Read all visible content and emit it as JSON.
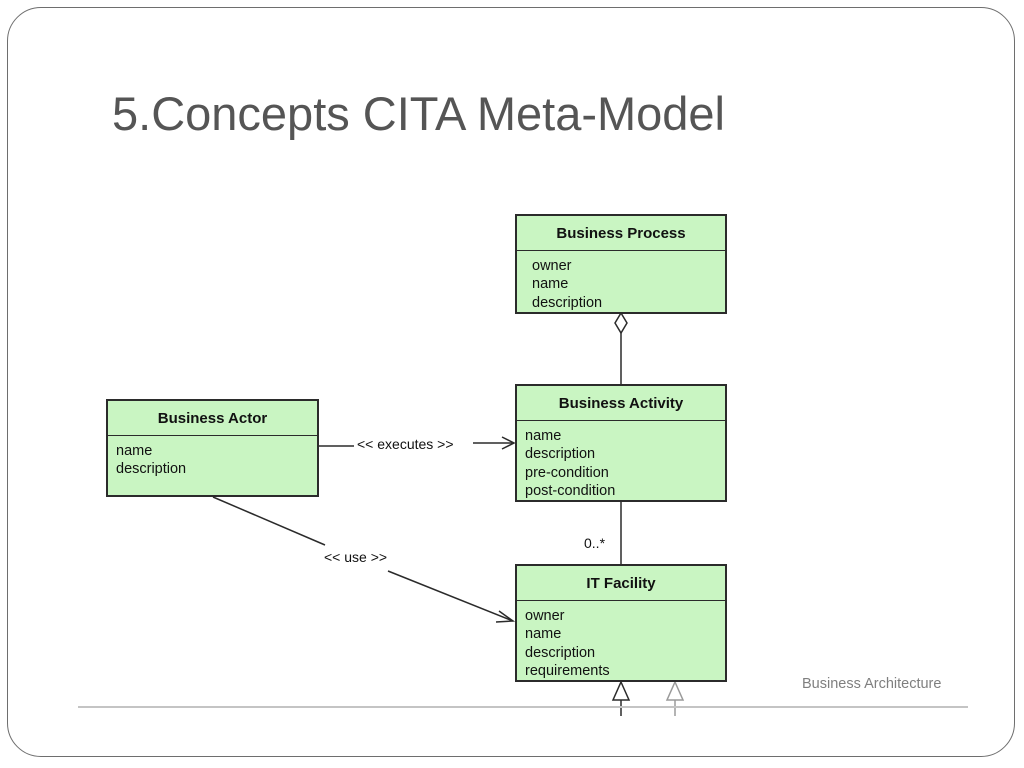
{
  "slide": {
    "title": "5.Concepts CITA Meta-Model",
    "footer": "Business Architecture"
  },
  "diagram": {
    "classes": {
      "business_process": {
        "name": "Business Process",
        "attributes": [
          "owner",
          "name",
          "description"
        ]
      },
      "business_activity": {
        "name": "Business Activity",
        "attributes": [
          "name",
          "description",
          "pre-condition",
          "post-condition"
        ]
      },
      "business_actor": {
        "name": "Business Actor",
        "attributes": [
          "name",
          "description"
        ]
      },
      "it_facility": {
        "name": "IT Facility",
        "attributes": [
          "owner",
          "name",
          "description",
          "requirements"
        ]
      }
    },
    "relations": {
      "executes_label": "<< executes >>",
      "use_label": "<< use >>",
      "multiplicity": "0..*"
    },
    "colors": {
      "class_fill": "#c9f5c2",
      "class_border": "#2b2b2b",
      "title_text": "#555555",
      "footer_text": "#7f7f7f"
    }
  }
}
